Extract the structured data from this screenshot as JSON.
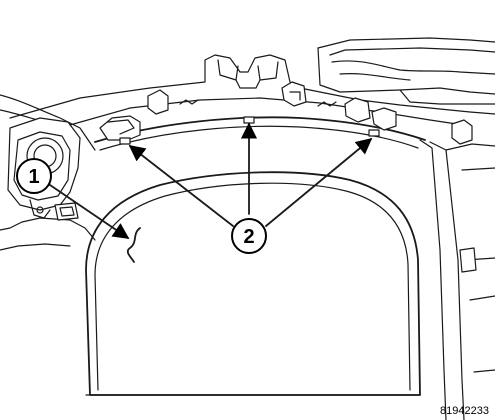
{
  "callouts": [
    {
      "label": "1"
    },
    {
      "label": "2"
    }
  ],
  "figure_id": "81942233"
}
